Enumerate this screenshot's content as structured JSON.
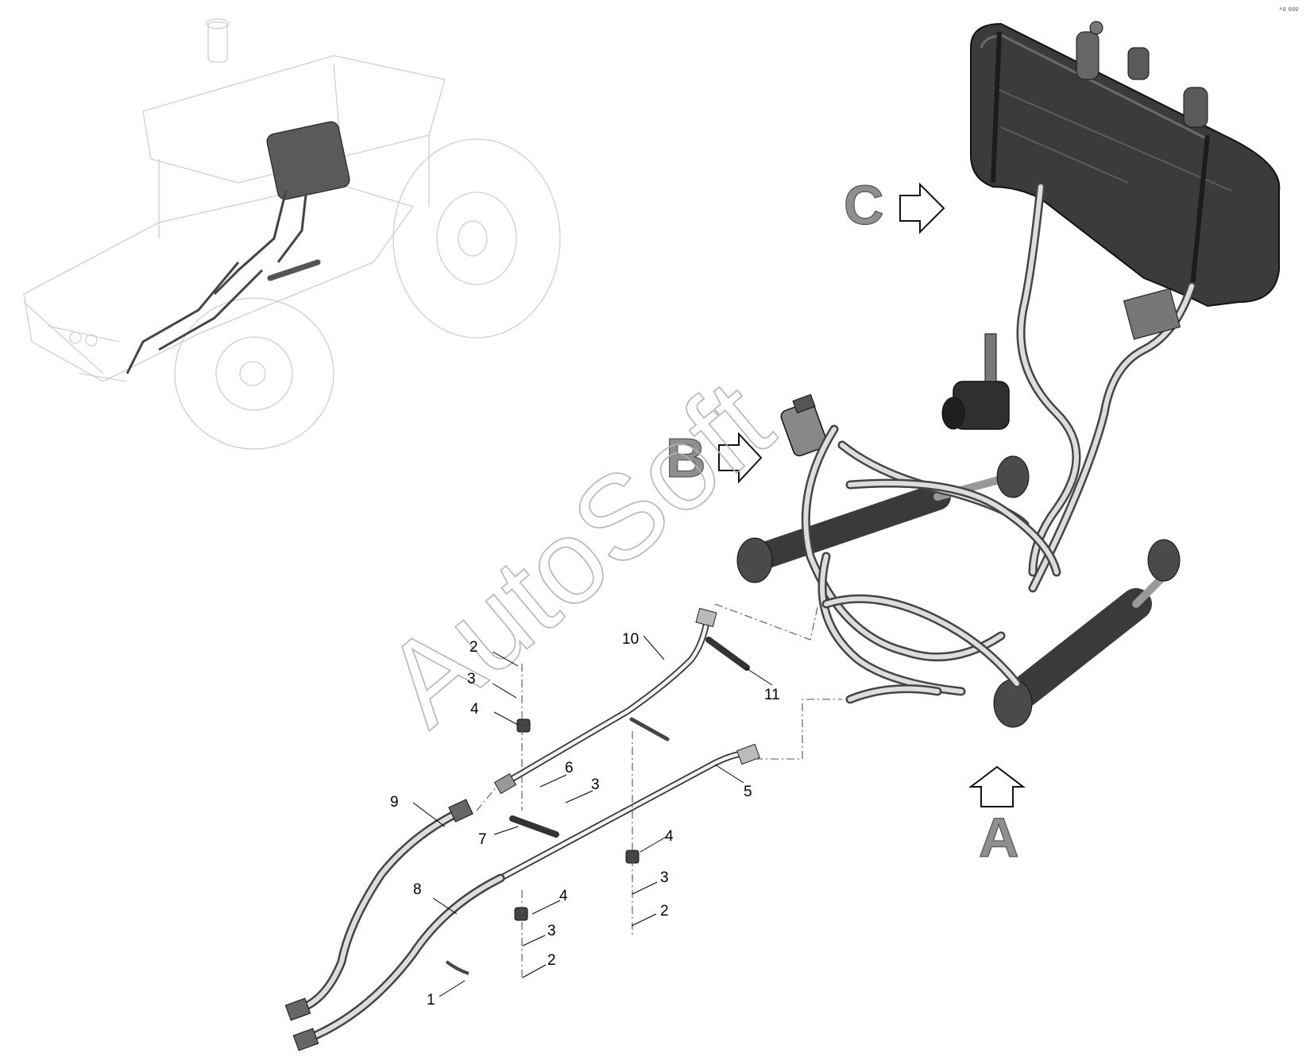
{
  "views": {
    "a": "A",
    "b": "B",
    "c": "C"
  },
  "watermark": "AutoSoft",
  "corner_mark": "°º ººº",
  "callouts": {
    "c1": "1",
    "c2a": "2",
    "c2b": "2",
    "c2c": "2",
    "c3a": "3",
    "c3b": "3",
    "c3c": "3",
    "c3d": "3",
    "c4a": "4",
    "c4b": "4",
    "c4c": "4",
    "c5": "5",
    "c6": "6",
    "c7": "7",
    "c8": "8",
    "c9": "9",
    "c10": "10",
    "c11": "11"
  },
  "colors": {
    "tank": "#3b3b3b",
    "view_letter": "#8f8f8f",
    "watermark_outline": "#b5b5b5"
  }
}
